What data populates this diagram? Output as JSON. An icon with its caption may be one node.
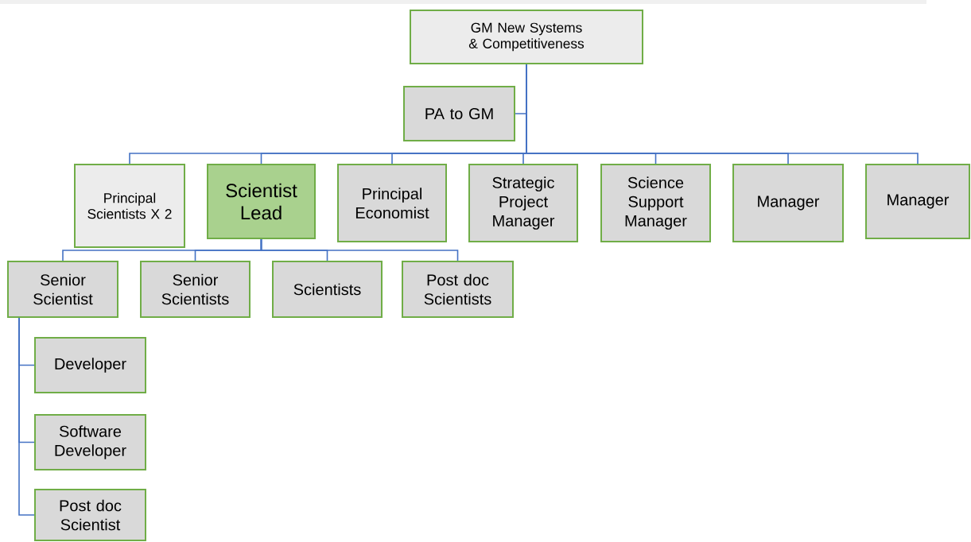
{
  "diagram": {
    "nodes": [
      {
        "text": [
          "GM New Systems & Competitiveness"
        ]
      },
      {
        "text": [
          "PA to GM"
        ]
      },
      {
        "text": [
          "Principal Scientists X 2"
        ]
      },
      {
        "text": [
          "Scientist Lead"
        ]
      },
      {
        "text": [
          "Principal Economist"
        ]
      },
      {
        "text": [
          "Strategic Project Manager"
        ]
      },
      {
        "text": [
          "Science Support Manager"
        ]
      },
      {
        "text": [
          "Manager"
        ]
      },
      {
        "text": [
          "Manager"
        ]
      },
      {
        "text": [
          "Senior Scientist"
        ]
      },
      {
        "text": [
          "Senior Scientists"
        ]
      },
      {
        "text": [
          "Scientists"
        ]
      },
      {
        "text": [
          "Post doc Scientists"
        ]
      },
      {
        "text": [
          "Developer"
        ]
      },
      {
        "text": [
          "Software Developer"
        ]
      },
      {
        "text": [
          "Post doc Scientist"
        ]
      }
    ],
    "edges": [
      {
        "from": 0,
        "to": 1,
        "arrow": "none"
      },
      {
        "from": 0,
        "to": 2,
        "arrow": "none"
      },
      {
        "from": 0,
        "to": 3,
        "arrow": "none"
      },
      {
        "from": 0,
        "to": 4,
        "arrow": "none"
      },
      {
        "from": 0,
        "to": 5,
        "arrow": "none"
      },
      {
        "from": 0,
        "to": 6,
        "arrow": "none"
      },
      {
        "from": 0,
        "to": 7,
        "arrow": "none"
      },
      {
        "from": 0,
        "to": 8,
        "arrow": "none"
      },
      {
        "from": 3,
        "to": 9,
        "arrow": "none"
      },
      {
        "from": 3,
        "to": 10,
        "arrow": "none"
      },
      {
        "from": 3,
        "to": 11,
        "arrow": "none"
      },
      {
        "from": 3,
        "to": 12,
        "arrow": "none"
      },
      {
        "from": 9,
        "to": 13,
        "arrow": "none"
      },
      {
        "from": 9,
        "to": 14,
        "arrow": "none"
      },
      {
        "from": 9,
        "to": 15,
        "arrow": "none"
      }
    ]
  }
}
